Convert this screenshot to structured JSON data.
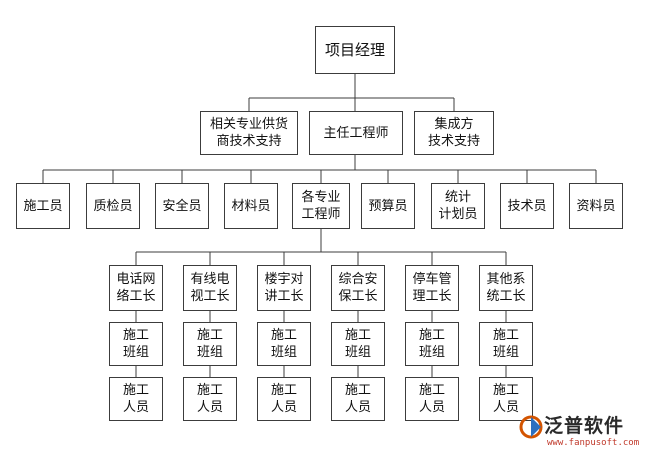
{
  "org": {
    "root": "项目经理",
    "level2": [
      "相关专业供货\n商技术支持",
      "主任工程师",
      "集成方\n技术支持"
    ],
    "level3": [
      "施工员",
      "质检员",
      "安全员",
      "材料员",
      "各专业\n工程师",
      "预算员",
      "统计\n计划员",
      "技术员",
      "资料员"
    ],
    "level4": [
      "电话网\n络工长",
      "有线电\n视工长",
      "楼宇对\n讲工长",
      "综合安\n保工长",
      "停车管\n理工长",
      "其他系\n统工长"
    ],
    "level5": "施工\n班组",
    "level6": "施工\n人员"
  },
  "logo": {
    "brand": "泛普软件",
    "url": "www.fanpusoft.com",
    "icon": "fanpu-logo-icon"
  }
}
